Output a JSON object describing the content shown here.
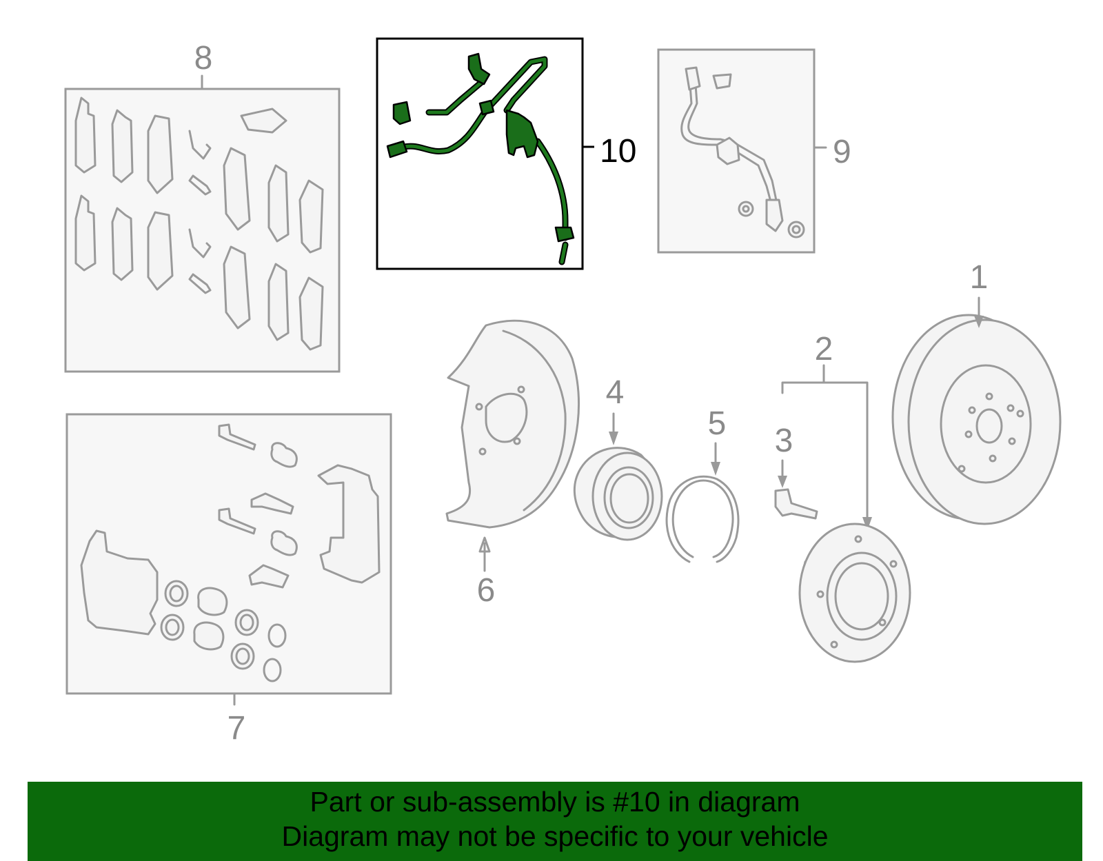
{
  "labels": {
    "p1": "1",
    "p2": "2",
    "p3": "3",
    "p4": "4",
    "p5": "5",
    "p6": "6",
    "p7": "7",
    "p8": "8",
    "p9": "9",
    "p10": "10"
  },
  "banner": {
    "line1": "Part or sub-assembly is #10 in diagram",
    "line2": "Diagram may not be specific to your vehicle"
  },
  "colors": {
    "highlight": "#1a6e1a",
    "banner": "#0b6a0b",
    "line": "#9a9a9a"
  }
}
